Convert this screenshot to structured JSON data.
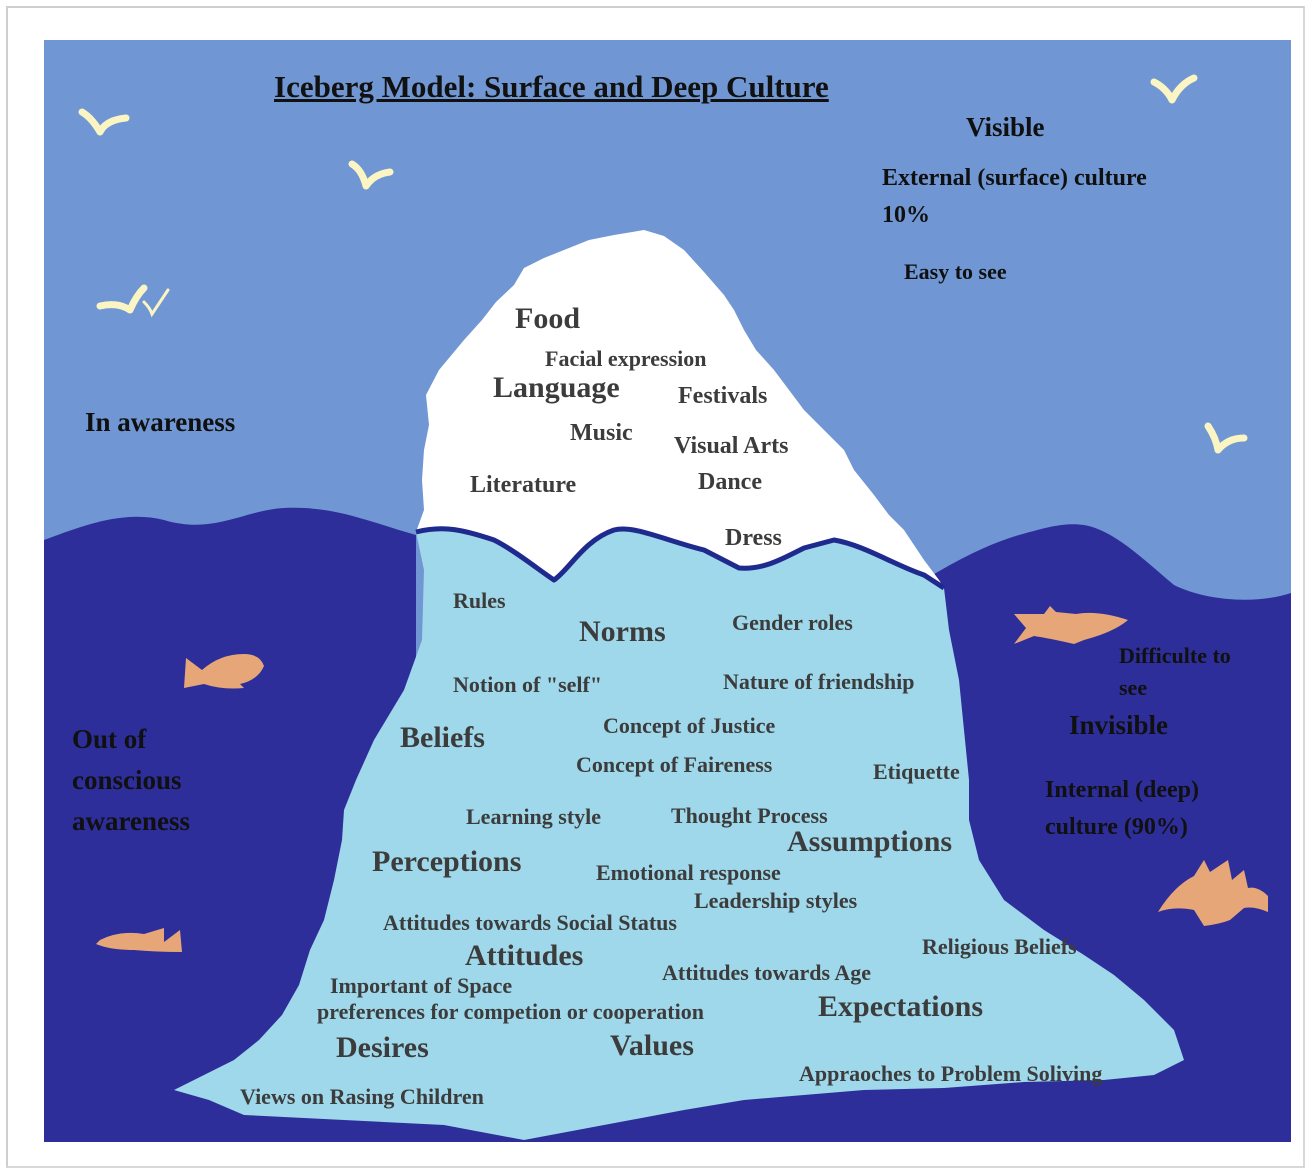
{
  "title": "Iceberg Model: Surface and Deep Culture",
  "colors": {
    "sky": "#7097d3",
    "sea": "#2e2e9a",
    "iceberg_surface": "#ffffff",
    "iceberg_deep": "#9fd8ea",
    "waterline": "#1f2a8f",
    "fish": "#e6a677",
    "bird": "#fbf5c4"
  },
  "side_labels": {
    "visible": "Visible",
    "external": "External (surface) culture",
    "external_pct": "10%",
    "easy": "Easy to see",
    "in_awareness": "In awareness",
    "out_awareness_1": "Out of",
    "out_awareness_2": "conscious",
    "out_awareness_3": "awareness",
    "difficult_1": "Difficulte to",
    "difficult_2": "see",
    "invisible": "Invisible",
    "internal_1": "Internal (deep)",
    "internal_2": "culture (90%)"
  },
  "surface_items": {
    "food": "Food",
    "facial": "Facial expression",
    "language": "Language",
    "festivals": "Festivals",
    "music": "Music",
    "visual_arts": "Visual Arts",
    "literature": "Literature",
    "dance": "Dance",
    "dress": "Dress"
  },
  "deep_items": {
    "rules": "Rules",
    "norms": "Norms",
    "gender": "Gender roles",
    "self": "Notion of \"self\"",
    "friendship": "Nature of friendship",
    "beliefs": "Beliefs",
    "justice": "Concept of Justice",
    "fairness": "Concept of Faireness",
    "etiquette": "Etiquette",
    "learning": "Learning style",
    "thought": "Thought Process",
    "assumptions": "Assumptions",
    "perceptions": "Perceptions",
    "emotional": "Emotional response",
    "leadership": "Leadership styles",
    "social_status": "Attitudes towards Social Status",
    "attitudes": "Attitudes",
    "religious": "Religious Beliefs",
    "age": "Attitudes towards Age",
    "space": "Important of Space",
    "competition": "preferences for competion or cooperation",
    "expectations": "Expectations",
    "desires": "Desires",
    "values": "Values",
    "problem": "Appraoches to Problem Soliving",
    "children": "Views on Rasing Children"
  }
}
